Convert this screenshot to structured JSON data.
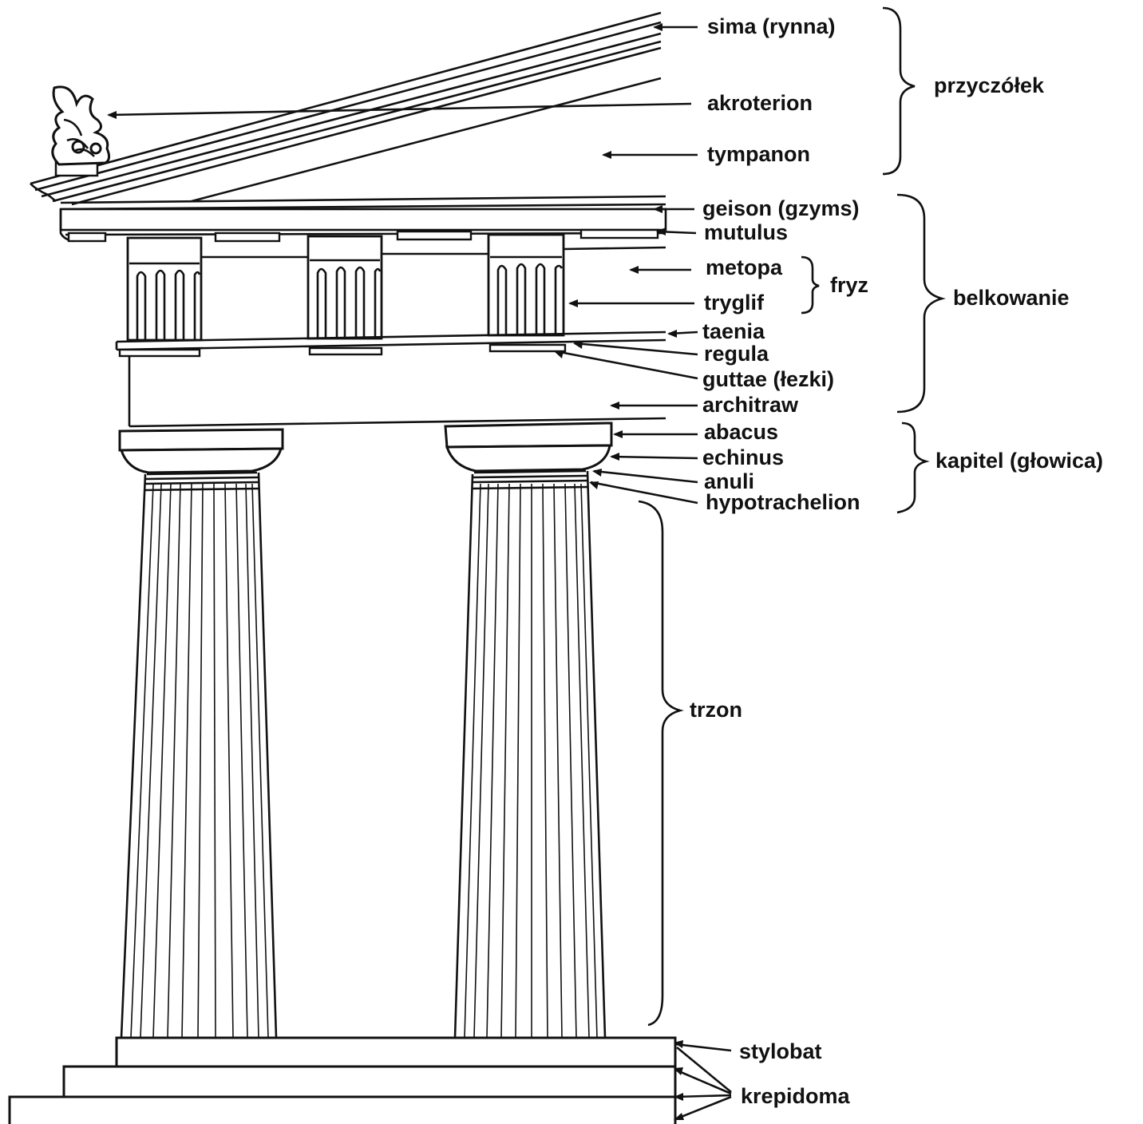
{
  "labels": {
    "sima": "sima (rynna)",
    "akroterion": "akroterion",
    "tympanon": "tympanon",
    "przyczolek": "przyczółek",
    "geison": "geison (gzyms)",
    "mutulus": "mutulus",
    "metopa": "metopa",
    "fryz": "fryz",
    "tryglif": "tryglif",
    "belkowanie": "belkowanie",
    "taenia": "taenia",
    "regula": "regula",
    "guttae": "guttae (łezki)",
    "architraw": "architraw",
    "abacus": "abacus",
    "echinus": "echinus",
    "kapitel": "kapitel (głowica)",
    "anuli": "anuli",
    "hypotrachelion": "hypotrachelion",
    "trzon": "trzon",
    "stylobat": "stylobat",
    "krepidoma": "krepidoma"
  },
  "colors": {
    "ink": "#111111",
    "paper": "#ffffff"
  }
}
